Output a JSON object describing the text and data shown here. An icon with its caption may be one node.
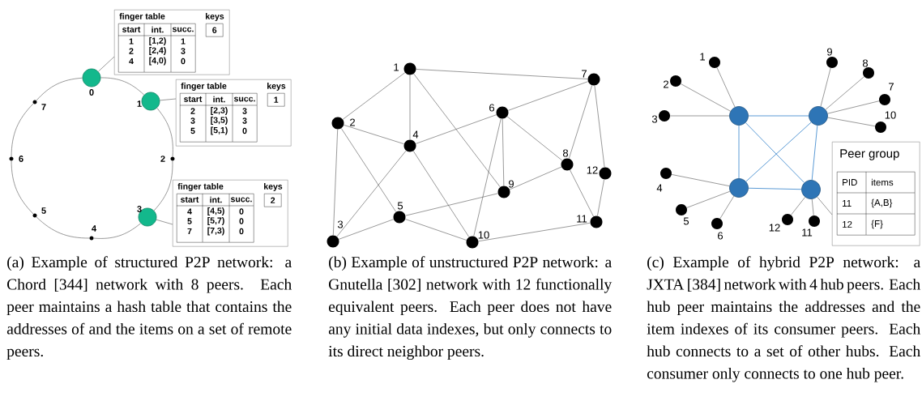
{
  "diagram": {
    "nodes": [
      {
        "text": [],
        "shape": "circle",
        "beside": [
          "0"
        ]
      },
      {
        "text": [],
        "shape": "circle",
        "beside": [
          "1"
        ]
      },
      {
        "text": [],
        "shape": "dot",
        "beside": [
          "2"
        ]
      },
      {
        "text": [],
        "shape": "circle",
        "beside": [
          "3"
        ]
      },
      {
        "text": [],
        "shape": "dot",
        "beside": [
          "4"
        ]
      },
      {
        "text": [],
        "shape": "dot",
        "beside": [
          "5"
        ]
      },
      {
        "text": [],
        "shape": "dot",
        "beside": [
          "6"
        ]
      },
      {
        "text": [],
        "shape": "dot",
        "beside": [
          "7"
        ]
      },
      {
        "text": [
          "finger table",
          "keys"
        ]
      },
      {
        "text": [
          "start",
          "int.",
          "succ.",
          "1",
          "[1,2)",
          "1",
          "2",
          "[2,4)",
          "3",
          "4",
          "[4,0)",
          "0"
        ],
        "in": 8
      },
      {
        "text": [
          "6"
        ],
        "in": 8
      },
      {
        "text": [
          "finger table",
          "keys"
        ]
      },
      {
        "text": [
          "start",
          "int.",
          "succ.",
          "2",
          "[2,3)",
          "3",
          "3",
          "[3,5)",
          "3",
          "5",
          "[5,1)",
          "0"
        ],
        "in": 11
      },
      {
        "text": [
          "1"
        ],
        "in": 11
      },
      {
        "text": [
          "finger table",
          "keys"
        ]
      },
      {
        "text": [
          "start",
          "int.",
          "succ.",
          "4",
          "[4,5)",
          "0",
          "5",
          "[5,7)",
          "0",
          "7",
          "[7,3)",
          "0"
        ],
        "in": 14
      },
      {
        "text": [
          "2"
        ],
        "in": 14
      },
      {
        "text": [],
        "shape": "dot",
        "beside": [
          "1"
        ]
      },
      {
        "text": [],
        "shape": "dot",
        "beside": [
          "2"
        ]
      },
      {
        "text": [],
        "shape": "dot",
        "beside": [
          "3"
        ]
      },
      {
        "text": [],
        "shape": "dot",
        "beside": [
          "4"
        ]
      },
      {
        "text": [],
        "shape": "dot",
        "beside": [
          "5"
        ]
      },
      {
        "text": [],
        "shape": "dot",
        "beside": [
          "6"
        ]
      },
      {
        "text": [],
        "shape": "dot",
        "beside": [
          "7"
        ]
      },
      {
        "text": [],
        "shape": "dot",
        "beside": [
          "8"
        ]
      },
      {
        "text": [],
        "shape": "dot",
        "beside": [
          "9"
        ]
      },
      {
        "text": [],
        "shape": "dot",
        "beside": [
          "10"
        ]
      },
      {
        "text": [],
        "shape": "dot",
        "beside": [
          "11"
        ]
      },
      {
        "text": [],
        "shape": "dot",
        "beside": [
          "12"
        ]
      },
      {
        "text": [],
        "shape": "circle"
      },
      {
        "text": [],
        "shape": "circle"
      },
      {
        "text": [],
        "shape": "circle"
      },
      {
        "text": [],
        "shape": "circle"
      },
      {
        "text": [],
        "shape": "dot",
        "beside": [
          "1"
        ]
      },
      {
        "text": [],
        "shape": "dot",
        "beside": [
          "2"
        ]
      },
      {
        "text": [],
        "shape": "dot",
        "beside": [
          "3"
        ]
      },
      {
        "text": [],
        "shape": "dot",
        "beside": [
          "4"
        ]
      },
      {
        "text": [],
        "shape": "dot",
        "beside": [
          "5"
        ]
      },
      {
        "text": [],
        "shape": "dot",
        "beside": [
          "6"
        ]
      },
      {
        "text": [],
        "shape": "dot",
        "beside": [
          "7"
        ]
      },
      {
        "text": [],
        "shape": "dot",
        "beside": [
          "8"
        ]
      },
      {
        "text": [],
        "shape": "dot",
        "beside": [
          "9"
        ]
      },
      {
        "text": [],
        "shape": "dot",
        "beside": [
          "10"
        ]
      },
      {
        "text": [],
        "shape": "dot",
        "beside": [
          "11"
        ]
      },
      {
        "text": [],
        "shape": "dot",
        "beside": [
          "12"
        ]
      },
      {
        "text": [
          "Peer group"
        ]
      },
      {
        "text": [
          "PID",
          "items",
          "11",
          "{A,B}",
          "12",
          "{F}"
        ],
        "in": 45
      }
    ],
    "edges": [
      {
        "from": 0,
        "to": 1,
        "arrow": "none"
      },
      {
        "from": 1,
        "to": 2,
        "arrow": "none"
      },
      {
        "from": 2,
        "to": 3,
        "arrow": "none"
      },
      {
        "from": 3,
        "to": 4,
        "arrow": "none"
      },
      {
        "from": 4,
        "to": 5,
        "arrow": "none"
      },
      {
        "from": 5,
        "to": 6,
        "arrow": "none"
      },
      {
        "from": 6,
        "to": 7,
        "arrow": "none"
      },
      {
        "from": 7,
        "to": 0,
        "arrow": "none"
      },
      {
        "from": 8,
        "to": 0,
        "arrow": "none"
      },
      {
        "from": 11,
        "to": 1,
        "arrow": "none"
      },
      {
        "from": 14,
        "to": 3,
        "arrow": "none"
      },
      {
        "from": 17,
        "to": 23,
        "arrow": "none"
      },
      {
        "from": 17,
        "to": 18,
        "arrow": "none"
      },
      {
        "from": 17,
        "to": 20,
        "arrow": "none"
      },
      {
        "from": 17,
        "to": 25,
        "arrow": "none"
      },
      {
        "from": 18,
        "to": 20,
        "arrow": "none"
      },
      {
        "from": 18,
        "to": 21,
        "arrow": "none"
      },
      {
        "from": 18,
        "to": 19,
        "arrow": "none"
      },
      {
        "from": 20,
        "to": 22,
        "arrow": "none"
      },
      {
        "from": 20,
        "to": 19,
        "arrow": "none"
      },
      {
        "from": 20,
        "to": 26,
        "arrow": "none"
      },
      {
        "from": 22,
        "to": 23,
        "arrow": "none"
      },
      {
        "from": 22,
        "to": 25,
        "arrow": "none"
      },
      {
        "from": 22,
        "to": 24,
        "arrow": "none"
      },
      {
        "from": 22,
        "to": 26,
        "arrow": "none"
      },
      {
        "from": 23,
        "to": 24,
        "arrow": "none"
      },
      {
        "from": 23,
        "to": 28,
        "arrow": "none"
      },
      {
        "from": 24,
        "to": 25,
        "arrow": "none"
      },
      {
        "from": 24,
        "to": 27,
        "arrow": "none"
      },
      {
        "from": 28,
        "to": 27,
        "arrow": "none"
      },
      {
        "from": 21,
        "to": 25,
        "arrow": "none"
      },
      {
        "from": 21,
        "to": 19,
        "arrow": "none"
      },
      {
        "from": 21,
        "to": 26,
        "arrow": "none"
      },
      {
        "from": 26,
        "to": 27,
        "arrow": "none"
      },
      {
        "from": 29,
        "to": 30,
        "arrow": "none",
        "color": "#5b9bd5"
      },
      {
        "from": 29,
        "to": 31,
        "arrow": "none",
        "color": "#5b9bd5"
      },
      {
        "from": 29,
        "to": 32,
        "arrow": "none",
        "color": "#5b9bd5"
      },
      {
        "from": 30,
        "to": 31,
        "arrow": "none",
        "color": "#5b9bd5"
      },
      {
        "from": 30,
        "to": 32,
        "arrow": "none",
        "color": "#5b9bd5"
      },
      {
        "from": 31,
        "to": 32,
        "arrow": "none",
        "color": "#5b9bd5"
      },
      {
        "from": 29,
        "to": 33,
        "arrow": "none"
      },
      {
        "from": 29,
        "to": 34,
        "arrow": "none"
      },
      {
        "from": 29,
        "to": 35,
        "arrow": "none"
      },
      {
        "from": 31,
        "to": 36,
        "arrow": "none"
      },
      {
        "from": 31,
        "to": 37,
        "arrow": "none"
      },
      {
        "from": 31,
        "to": 38,
        "arrow": "none"
      },
      {
        "from": 30,
        "to": 39,
        "arrow": "none"
      },
      {
        "from": 30,
        "to": 40,
        "arrow": "none"
      },
      {
        "from": 30,
        "to": 41,
        "arrow": "none"
      },
      {
        "from": 30,
        "to": 42,
        "arrow": "none"
      },
      {
        "from": 32,
        "to": 43,
        "arrow": "none"
      },
      {
        "from": 32,
        "to": 44,
        "arrow": "none"
      },
      {
        "from": 45,
        "to": 32,
        "arrow": "none"
      }
    ],
    "labels": [
      "(a) Example of structured P2P network: a Chord [344] network with 8 peers. Each peer maintains a hash table that contains the addresses of and the items on a set of remote peers.",
      "(b) Example of unstructured P2P network: a Gnutella [302] network with 12 functionally equivalent peers. Each peer does not have any initial data indexes, but only connects to its direct neighbor peers.",
      "(c) Example of hybrid P2P network: a JXTA [384] network with 4 hub peers. Each hub peer maintains the addresses and the item indexes of its consumer peers. Each hub connects to a set of other hubs. Each consumer only connects to one hub peer."
    ]
  }
}
